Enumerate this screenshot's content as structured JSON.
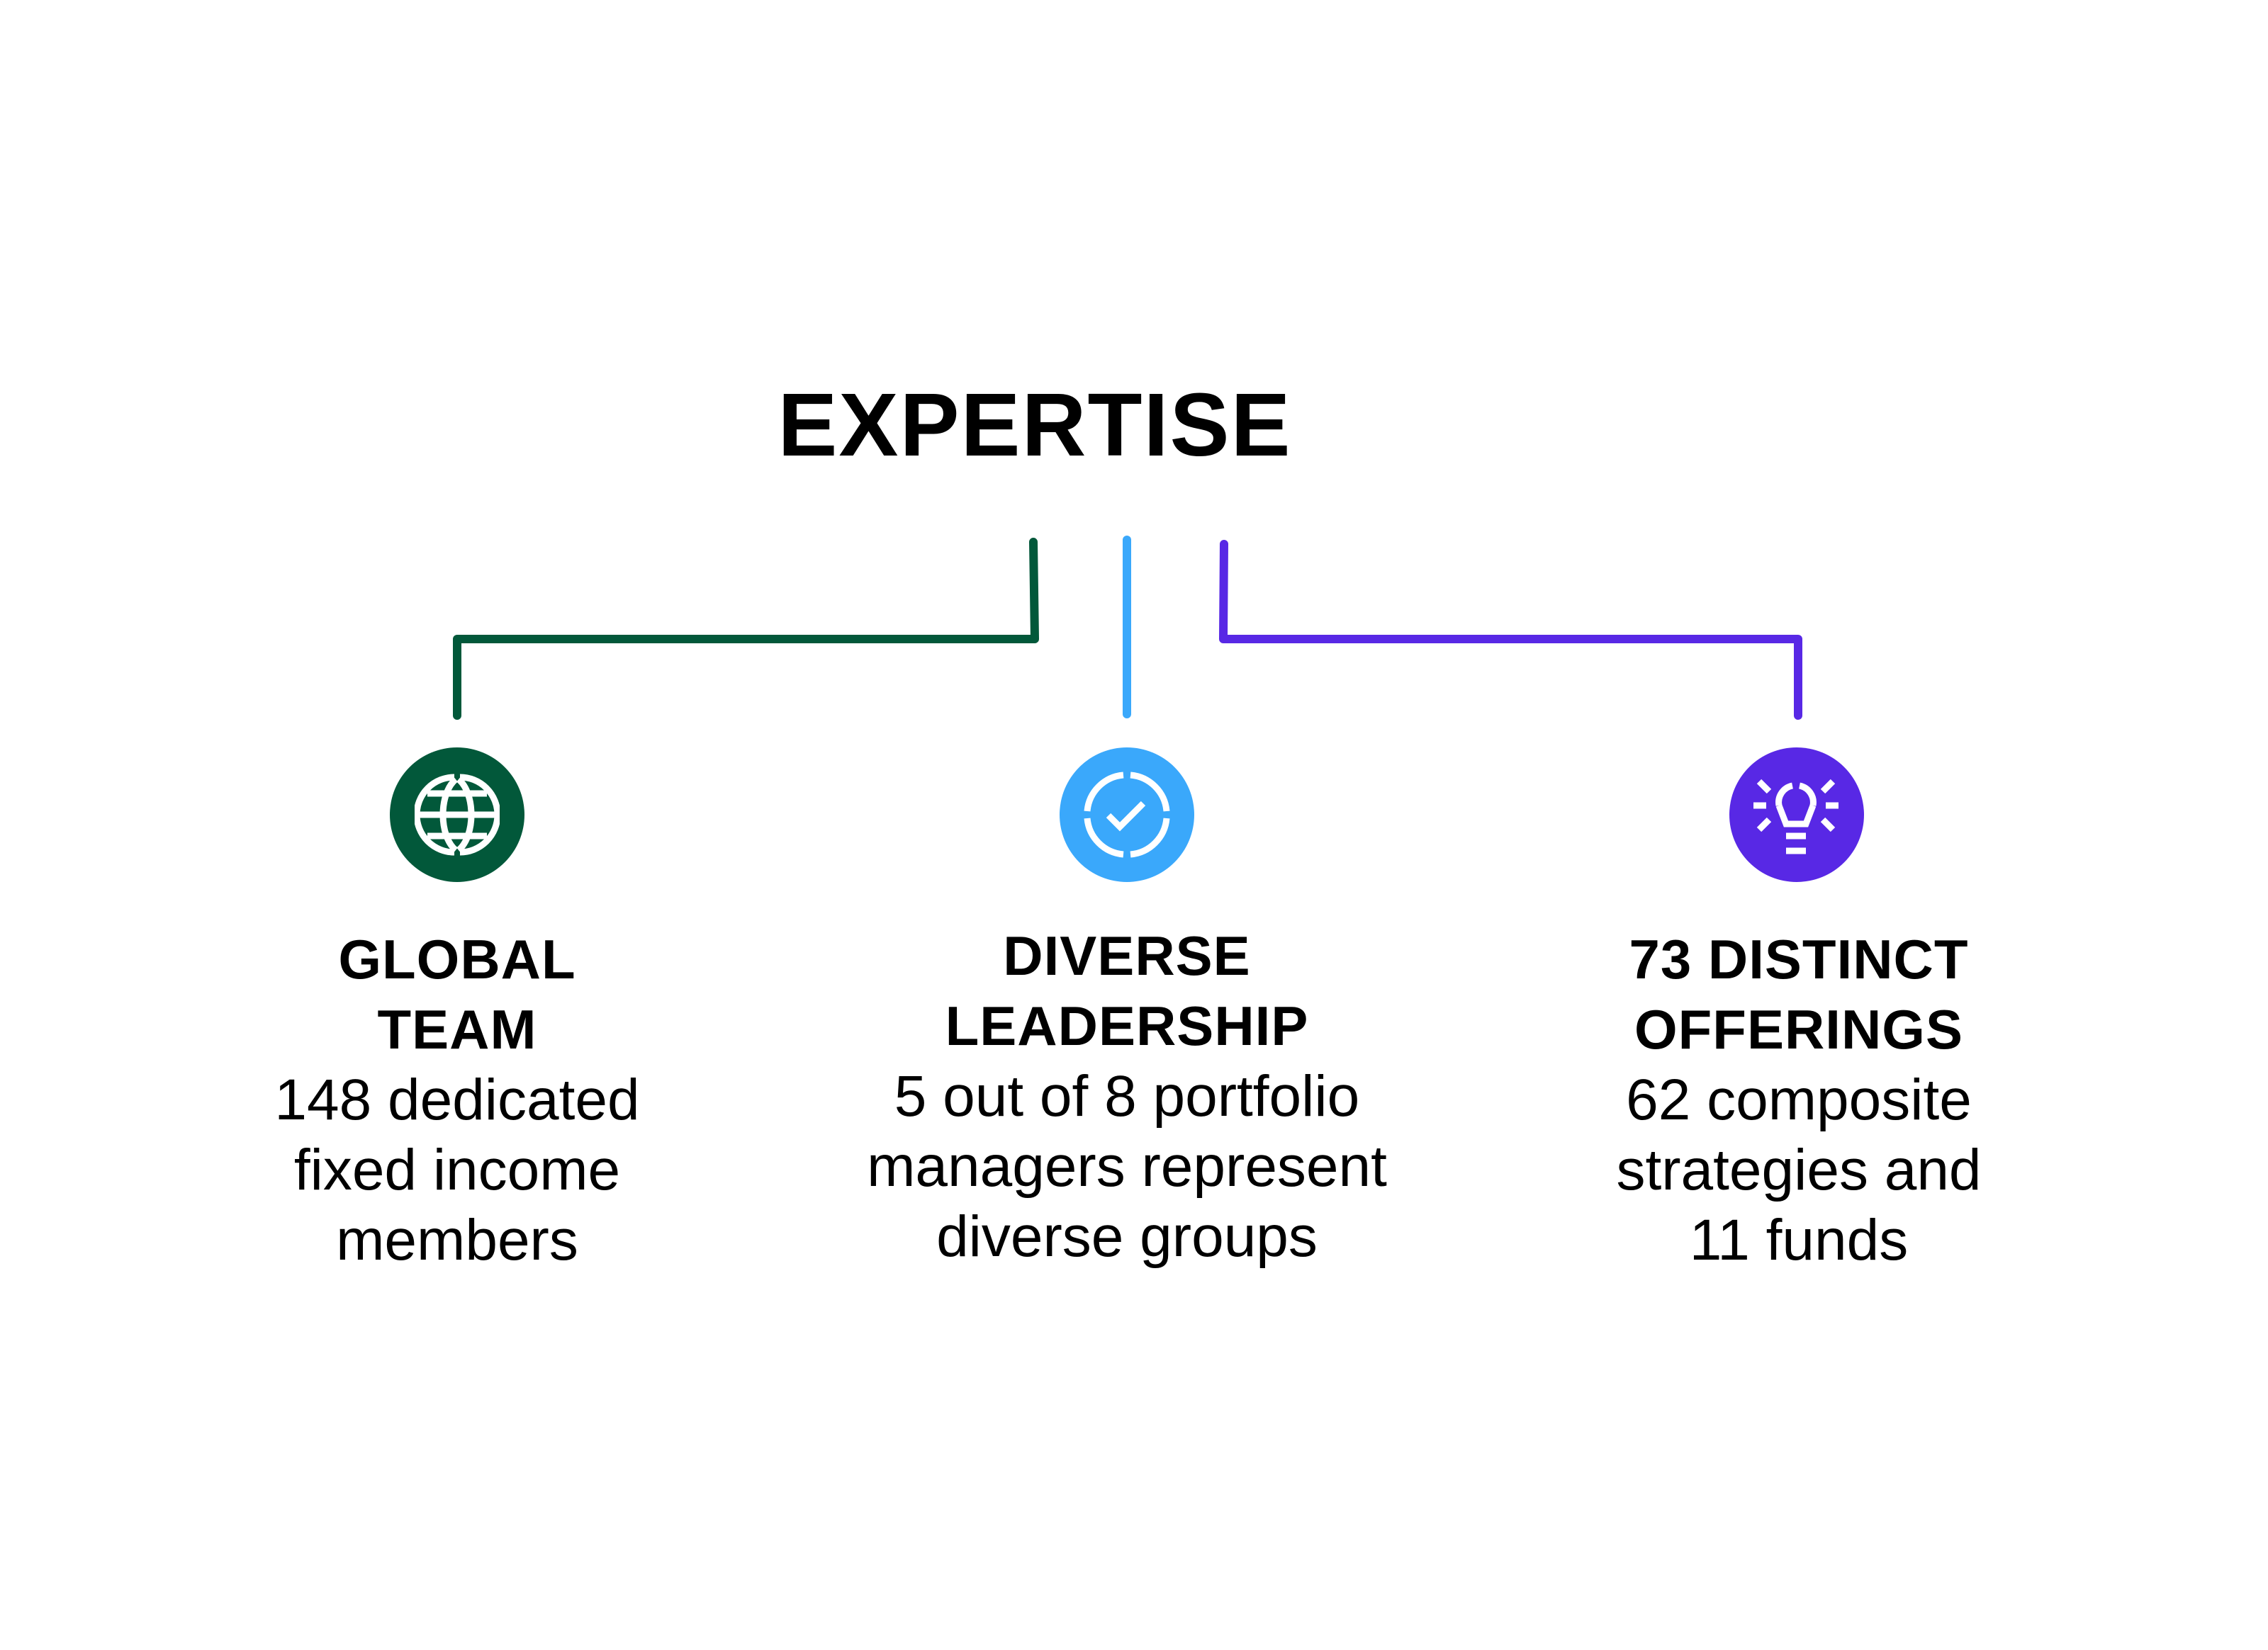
{
  "title": "EXPERTISE",
  "colors": {
    "green": "#02583A",
    "blue": "#3AA8FB",
    "purple": "#5828E5",
    "text": "#000000",
    "background": "#FFFFFF"
  },
  "items": [
    {
      "icon": "globe-icon",
      "color": "#02583A",
      "heading": [
        "GLOBAL",
        "TEAM"
      ],
      "body": [
        "148 dedicated",
        "fixed income",
        "members"
      ]
    },
    {
      "icon": "check-circle-icon",
      "color": "#3AA8FB",
      "heading": [
        "DIVERSE",
        "LEADERSHIP"
      ],
      "body": [
        "5 out of 8 portfolio",
        "managers represent",
        "diverse groups"
      ]
    },
    {
      "icon": "lightbulb-icon",
      "color": "#5828E5",
      "heading": [
        "73 DISTINCT",
        "OFFERINGS"
      ],
      "body": [
        "62 composite",
        "strategies and",
        "11 funds"
      ]
    }
  ]
}
